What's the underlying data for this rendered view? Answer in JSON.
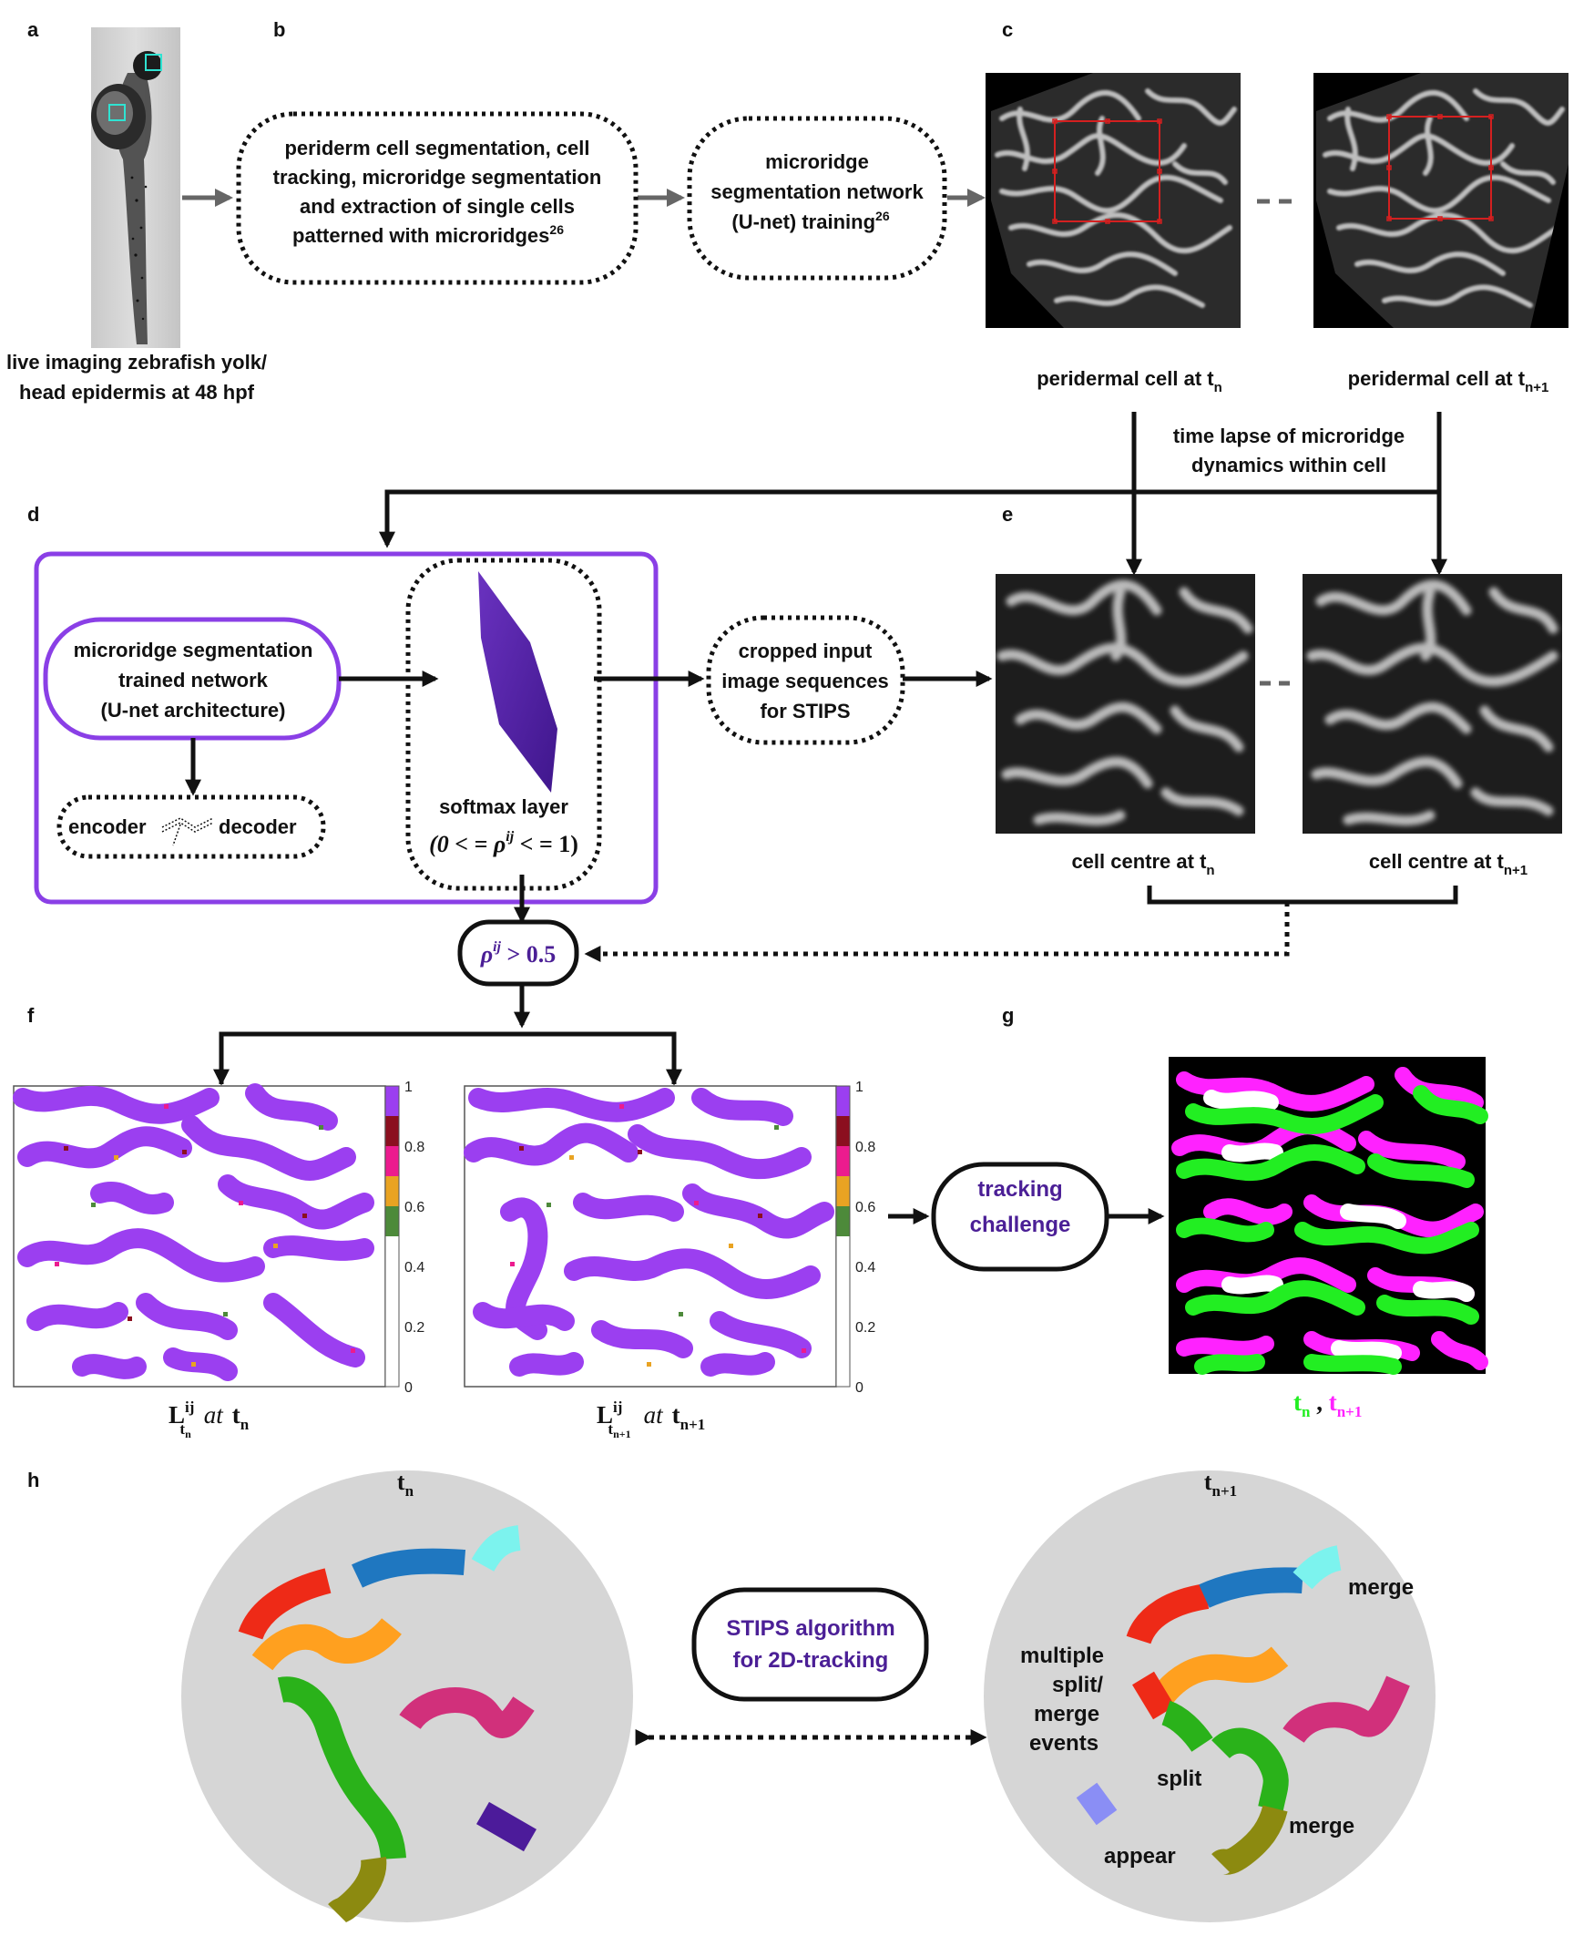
{
  "panels": {
    "a": "a",
    "b": "b",
    "c": "c",
    "d": "d",
    "e": "e",
    "f": "f",
    "g": "g",
    "h": "h"
  },
  "panel_a": {
    "caption_line1": "live imaging zebrafish yolk/",
    "caption_line2": "head epidermis at 48 hpf"
  },
  "panel_b": {
    "box1_line1": "periderm cell segmentation, cell",
    "box1_line2": "tracking, microridge segmentation",
    "box1_line3": "and extraction of single cells",
    "box1_line4": "patterned with microridges",
    "box1_ref": "26",
    "box2_line1": "microridge",
    "box2_line2": "segmentation network",
    "box2_line3": "(U-net) training",
    "box2_ref": "26"
  },
  "panel_c": {
    "label_tn": "peridermal cell at t",
    "label_tn_sub": "n",
    "label_tn1": "peridermal cell at t",
    "label_tn1_sub": "n+1",
    "timelapse_line1": "time lapse of microridge",
    "timelapse_line2": "dynamics within cell"
  },
  "panel_d": {
    "network_line1": "microridge segmentation",
    "network_line2": "trained network",
    "network_line3": "(U-net architecture)",
    "encoder": "encoder",
    "decoder": "decoder",
    "softmax": "softmax layer",
    "softmax_formula": "(0 < = ρ",
    "softmax_formula_sup": "ij",
    "softmax_formula_end": " < = 1)",
    "cropped_line1": "cropped input",
    "cropped_line2": "image sequences",
    "cropped_line3": "for STIPS",
    "threshold": "ρ",
    "threshold_sup": "ij",
    "threshold_end": " > 0.5"
  },
  "panel_e": {
    "label_tn": "cell centre at t",
    "label_tn_sub": "n",
    "label_tn1": "cell centre at t",
    "label_tn1_sub": "n+1"
  },
  "panel_f": {
    "colorbar_ticks": [
      "1",
      "0.8",
      "0.6",
      "0.4",
      "0.2",
      "0"
    ],
    "label_left": "L",
    "label_left_sup": "ij",
    "label_left_sub": "t",
    "label_left_subsub": "n",
    "label_left_at": "at",
    "label_left_t": "t",
    "label_left_tsub": "n",
    "label_right": "L",
    "label_right_sup": "ij",
    "label_right_sub": "t",
    "label_right_subsub": "n+1",
    "label_right_at": "at",
    "label_right_t": "t",
    "label_right_tsub": "n+1",
    "colors": {
      "purple": "#9b3ff0",
      "darkred": "#8b0f1f",
      "magenta": "#ec1b8e",
      "orange": "#e9a322",
      "green": "#4d8a3a"
    }
  },
  "panel_g": {
    "tracking_line1": "tracking",
    "tracking_line2": "challenge",
    "legend_tn": "t",
    "legend_tn_sub": "n",
    "legend_sep": " , ",
    "legend_tn1": "t",
    "legend_tn1_sub": "n+1",
    "colors": {
      "tn": "#22ee22",
      "tn1": "#ff22ff"
    }
  },
  "panel_h": {
    "title_left": "t",
    "title_left_sub": "n",
    "title_right": "t",
    "title_right_sub": "n+1",
    "stips_line1": "STIPS algorithm",
    "stips_line2": "for 2D-tracking",
    "merge_top": "merge",
    "multiple_line1": "multiple",
    "multiple_line2": "split/",
    "multiple_line3": "merge",
    "multiple_line4": "events",
    "split": "split",
    "merge_bottom": "merge",
    "appear": "appear",
    "colors": {
      "red": "#ee2a17",
      "blue": "#1f77c0",
      "cyan": "#7cf3ee",
      "orange": "#ffa01f",
      "pink": "#d1307b",
      "green": "#2ab21a",
      "olive": "#8c8a10",
      "violet": "#4c1b9a",
      "lightviolet": "#8a8ef5"
    }
  }
}
